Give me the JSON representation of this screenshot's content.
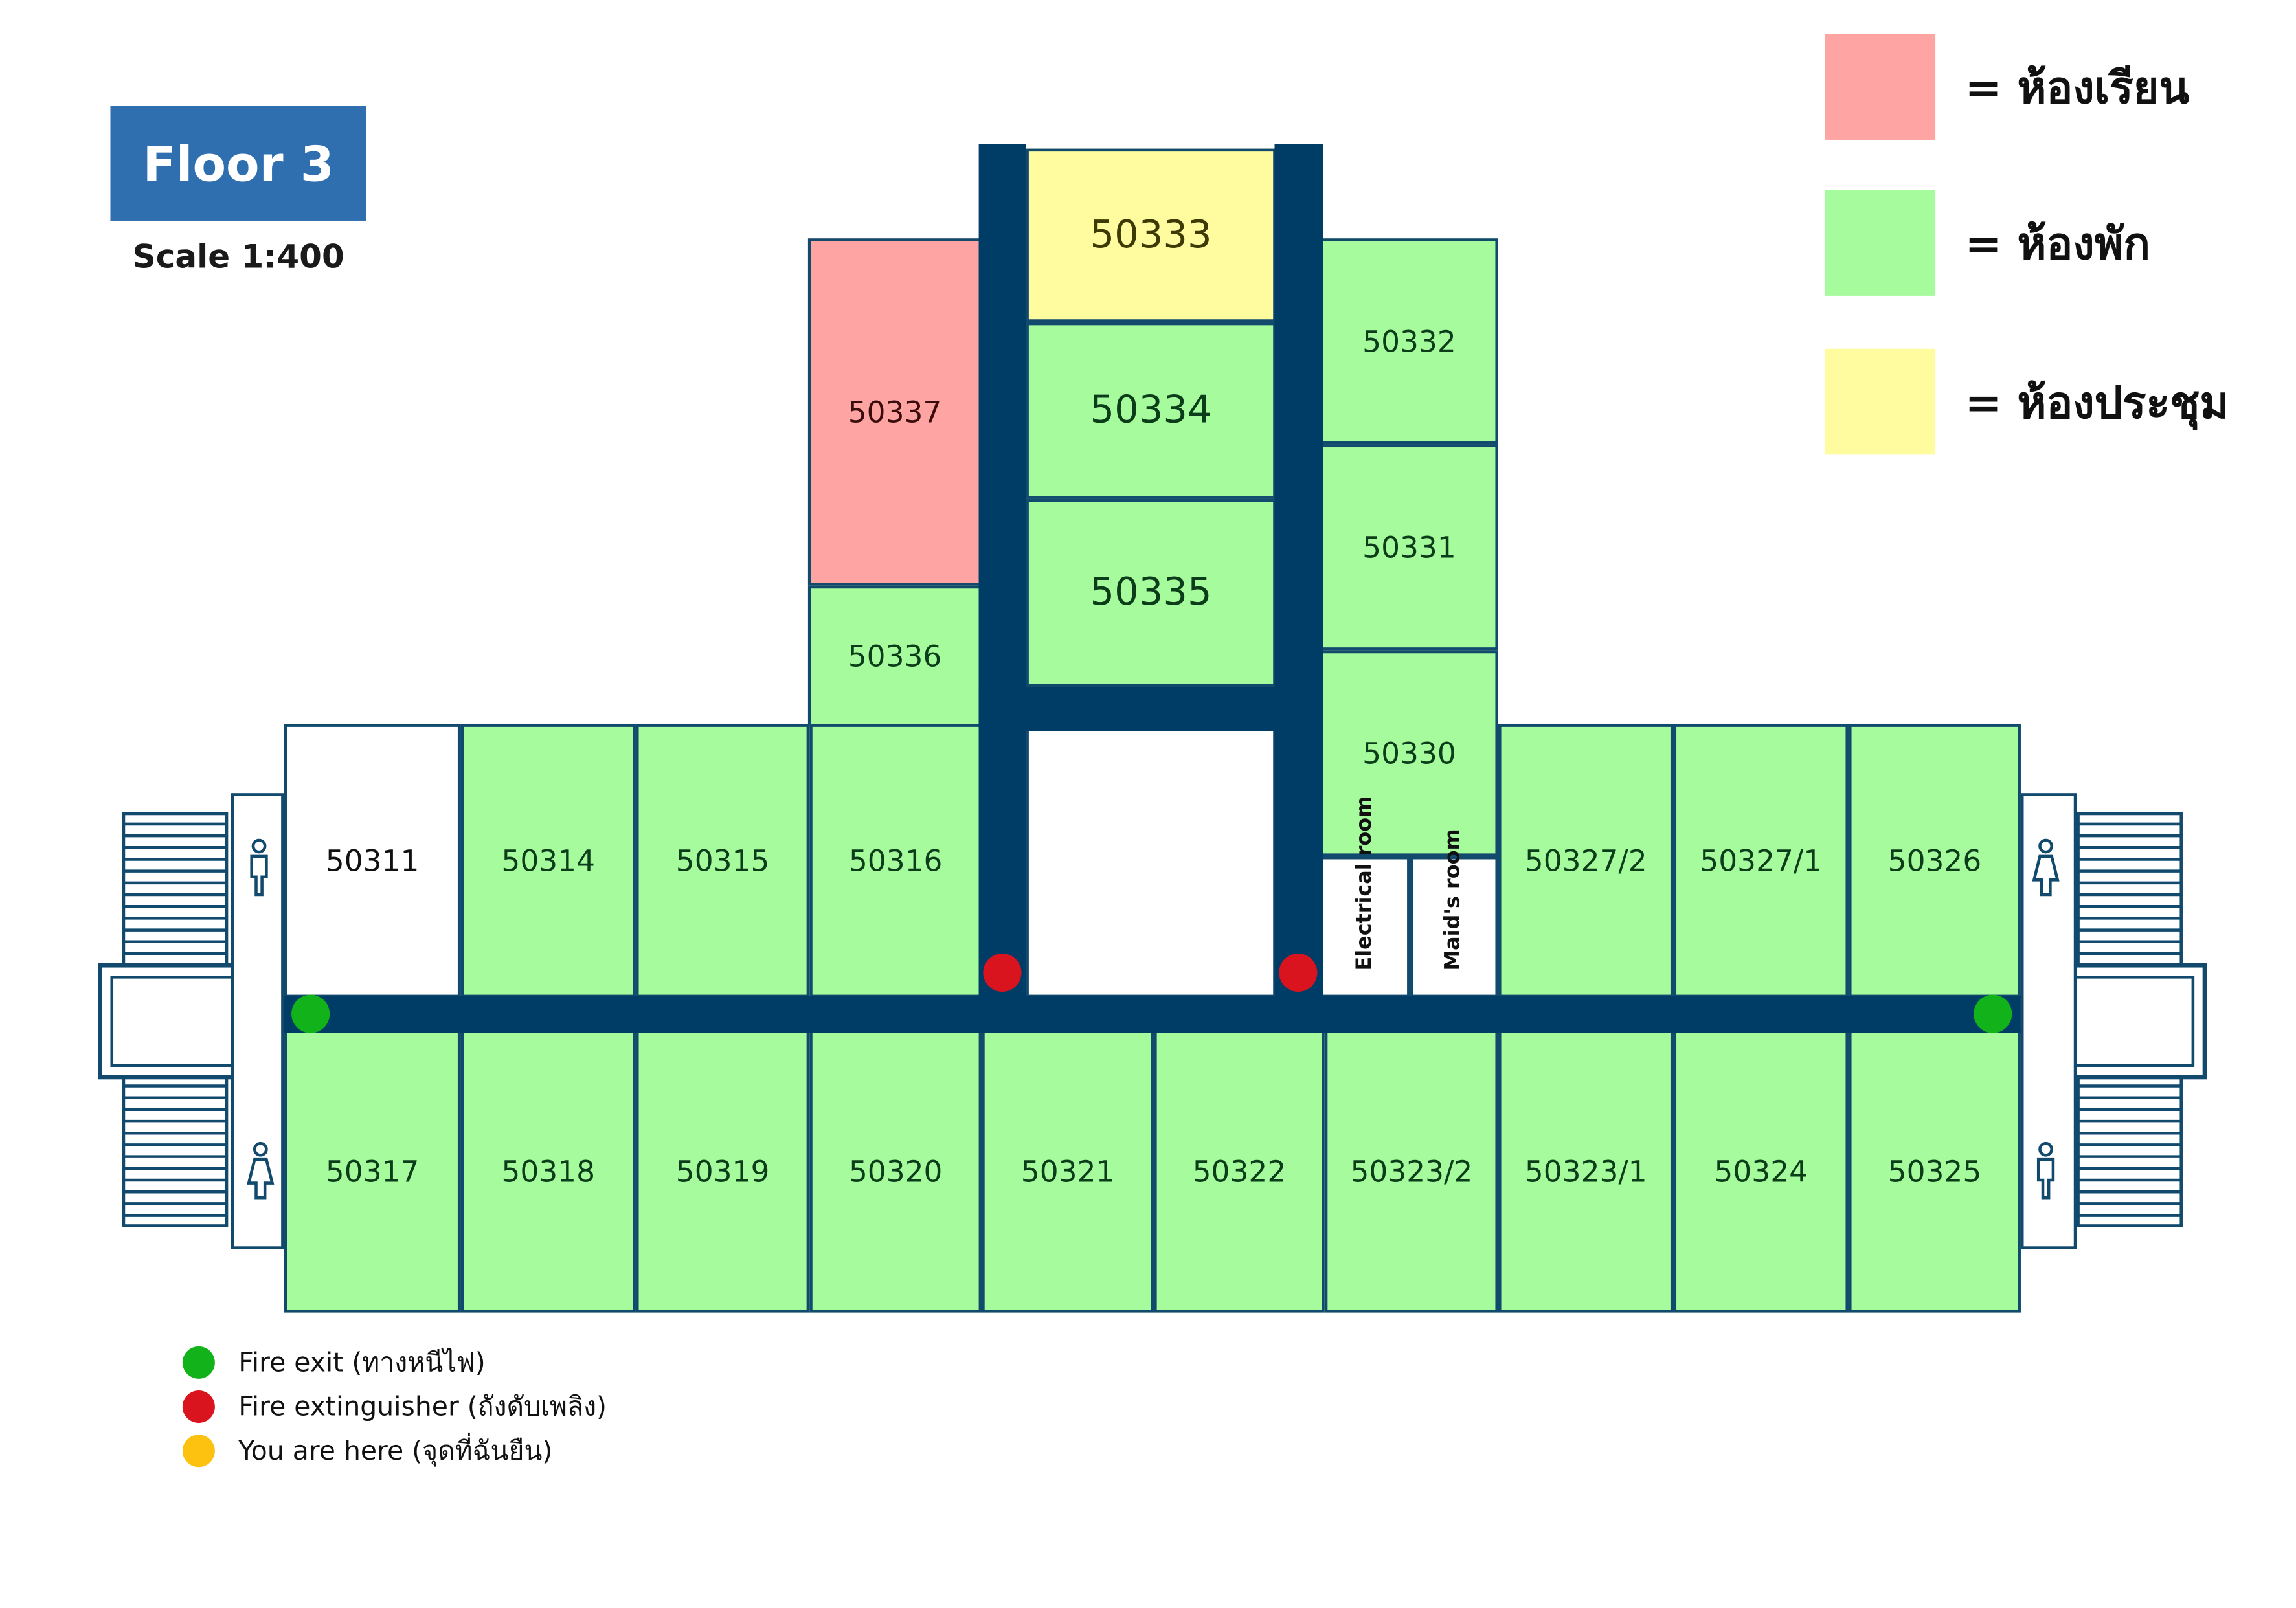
{
  "header": {
    "title": "Floor 3",
    "scale": "Scale 1:400"
  },
  "legend": [
    {
      "label": "= ห้องเรียน",
      "color": "#fea4a2"
    },
    {
      "label": "= ห้องพัก",
      "color": "#a6fb9c"
    },
    {
      "label": "= ห้องประชุม",
      "color": "#fefc9e"
    }
  ],
  "rooms": {
    "r50333": "50333",
    "r50334": "50334",
    "r50335": "50335",
    "r50337": "50337",
    "r50336": "50336",
    "r50332": "50332",
    "r50331": "50331",
    "r50330": "50330",
    "r50311": "50311",
    "r50314": "50314",
    "r50315": "50315",
    "r50316": "50316",
    "electrical": "Electrical room",
    "maids": "Maid's room",
    "r50327_2": "50327/2",
    "r50327_1": "50327/1",
    "r50326": "50326",
    "r50317": "50317",
    "r50318": "50318",
    "r50319": "50319",
    "r50320": "50320",
    "r50321": "50321",
    "r50322": "50322",
    "r50323_2": "50323/2",
    "r50323_1": "50323/1",
    "r50324": "50324",
    "r50325": "50325"
  },
  "key": [
    {
      "label": "Fire exit (ทางหนีไฟ)",
      "color": "#12b21a"
    },
    {
      "label": "Fire extinguisher (ถังดับเพลิง)",
      "color": "#d9141e"
    },
    {
      "label": "You are here (จุดที่ฉันยืน)",
      "color": "#fcc20f"
    }
  ],
  "colors": {
    "corridor": "#003d66",
    "wall": "#124a6e",
    "guest_room": "#a6fb9c",
    "classroom": "#fea4a2",
    "meeting_room": "#fefc9e"
  },
  "icons": {
    "restroom_male": "man-icon",
    "restroom_female": "woman-icon",
    "stairs": "staircase-icon"
  }
}
